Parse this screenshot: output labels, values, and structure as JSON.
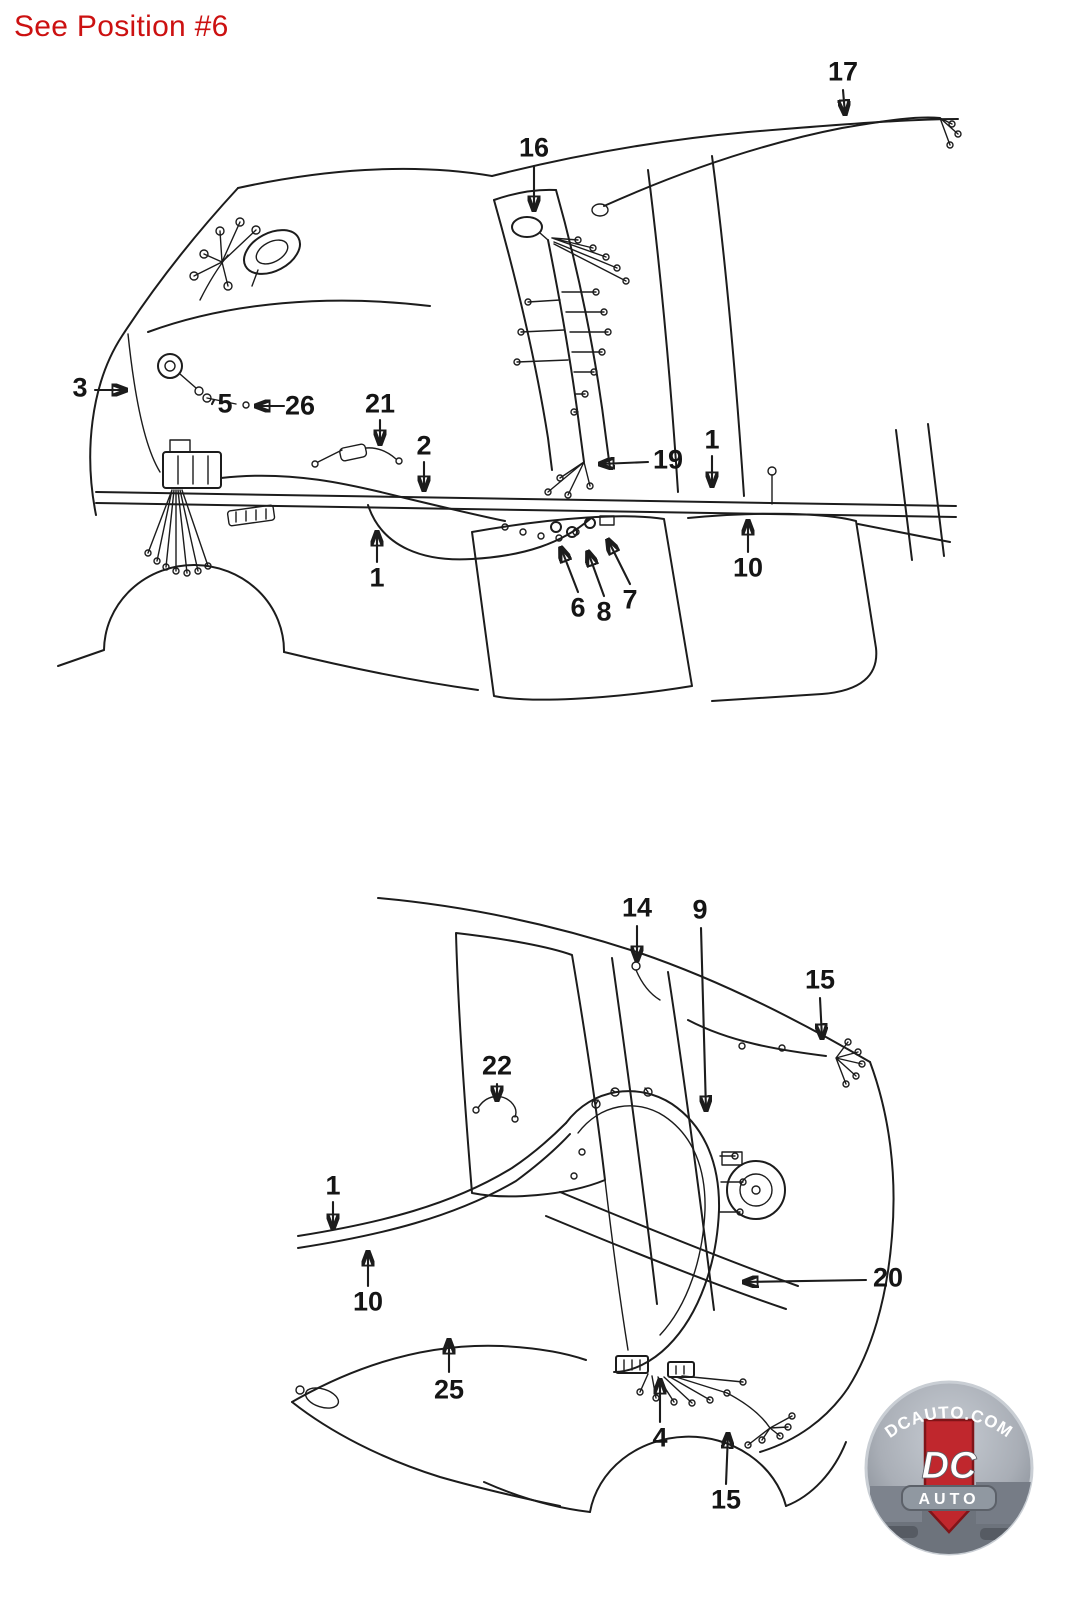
{
  "page": {
    "note": "See Position #6",
    "note_color": "#cc1111",
    "background": "#ffffff",
    "line_color": "#1c1c1c"
  },
  "diagram": {
    "top_callouts": [
      "17",
      "16",
      "3",
      "5",
      "26",
      "21",
      "2",
      "19",
      "1",
      "1",
      "10",
      "6",
      "8",
      "7"
    ],
    "bottom_callouts": [
      "14",
      "9",
      "15",
      "22",
      "1",
      "10",
      "20",
      "25",
      "4",
      "15"
    ]
  },
  "logo": {
    "site": "DCAUTO.COM",
    "monogram": "DC",
    "word": "AUTO",
    "shield_color": "#c0272d"
  }
}
